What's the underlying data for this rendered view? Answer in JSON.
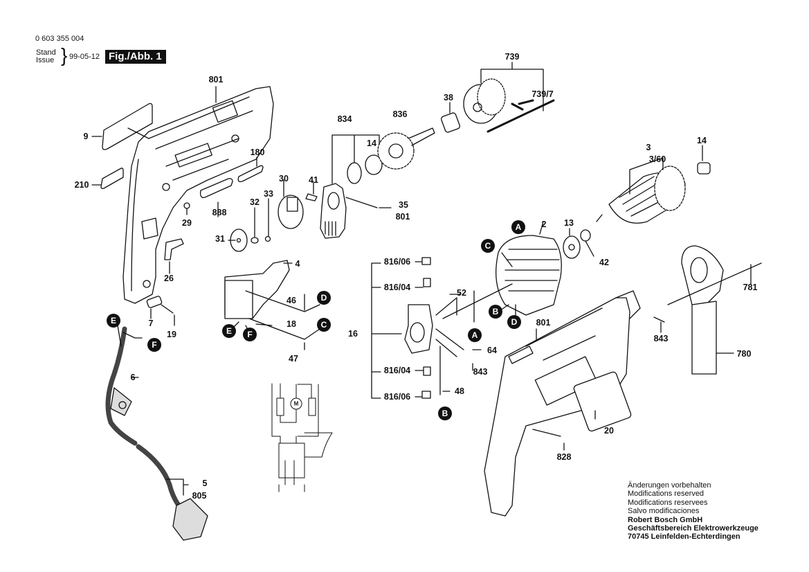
{
  "header": {
    "part_number": "0 603 355 004",
    "stand_label": "Stand",
    "issue_label": "Issue",
    "date": "99-05-12",
    "figure_label": "Fig./Abb. 1"
  },
  "footer": {
    "lines": [
      "Änderungen vorbehalten",
      "Modifications reserved",
      "Modifications reservees",
      "Salvo modificaciones"
    ],
    "company": "Robert Bosch GmbH",
    "division": "Geschäftsbereich Elektrowerkzeuge",
    "address": "70745 Leinfelden-Echterdingen"
  },
  "part_labels": [
    {
      "id": "801-housing",
      "text": "801"
    },
    {
      "id": "9",
      "text": "9"
    },
    {
      "id": "210",
      "text": "210"
    },
    {
      "id": "180",
      "text": "180"
    },
    {
      "id": "888",
      "text": "888"
    },
    {
      "id": "29",
      "text": "29"
    },
    {
      "id": "26",
      "text": "26"
    },
    {
      "id": "7",
      "text": "7"
    },
    {
      "id": "19",
      "text": "19"
    },
    {
      "id": "6",
      "text": "6"
    },
    {
      "id": "5",
      "text": "5"
    },
    {
      "id": "805",
      "text": "805"
    },
    {
      "id": "30",
      "text": "30"
    },
    {
      "id": "31",
      "text": "31"
    },
    {
      "id": "32",
      "text": "32"
    },
    {
      "id": "33",
      "text": "33"
    },
    {
      "id": "41",
      "text": "41"
    },
    {
      "id": "834",
      "text": "834"
    },
    {
      "id": "14-bearing",
      "text": "14"
    },
    {
      "id": "35",
      "text": "35"
    },
    {
      "id": "801-screw",
      "text": "801"
    },
    {
      "id": "836",
      "text": "836"
    },
    {
      "id": "38",
      "text": "38"
    },
    {
      "id": "739",
      "text": "739"
    },
    {
      "id": "739/7",
      "text": "739/7"
    },
    {
      "id": "3",
      "text": "3"
    },
    {
      "id": "3/60",
      "text": "3/60"
    },
    {
      "id": "14-armature",
      "text": "14"
    },
    {
      "id": "4",
      "text": "4"
    },
    {
      "id": "46",
      "text": "46"
    },
    {
      "id": "18",
      "text": "18"
    },
    {
      "id": "47",
      "text": "47"
    },
    {
      "id": "816/06-top",
      "text": "816/06"
    },
    {
      "id": "816/04-top",
      "text": "816/04"
    },
    {
      "id": "16",
      "text": "16"
    },
    {
      "id": "816/04-bottom",
      "text": "816/04"
    },
    {
      "id": "816/06-bottom",
      "text": "816/06"
    },
    {
      "id": "52",
      "text": "52"
    },
    {
      "id": "64",
      "text": "64"
    },
    {
      "id": "843-brush",
      "text": "843"
    },
    {
      "id": "48",
      "text": "48"
    },
    {
      "id": "2",
      "text": "2"
    },
    {
      "id": "13",
      "text": "13"
    },
    {
      "id": "42",
      "text": "42"
    },
    {
      "id": "801-shell",
      "text": "801"
    },
    {
      "id": "843-handle",
      "text": "843"
    },
    {
      "id": "781",
      "text": "781"
    },
    {
      "id": "780",
      "text": "780"
    },
    {
      "id": "20",
      "text": "20"
    },
    {
      "id": "828",
      "text": "828"
    }
  ],
  "connectors": [
    {
      "id": "E-cable",
      "text": "E"
    },
    {
      "id": "F-cable",
      "text": "F"
    },
    {
      "id": "E-switch",
      "text": "E"
    },
    {
      "id": "F-switch",
      "text": "F"
    },
    {
      "id": "D-switch",
      "text": "D"
    },
    {
      "id": "C-switch",
      "text": "C"
    },
    {
      "id": "A-field",
      "text": "A"
    },
    {
      "id": "C-field",
      "text": "C"
    },
    {
      "id": "B-field",
      "text": "B"
    },
    {
      "id": "D-field",
      "text": "D"
    },
    {
      "id": "A-brush",
      "text": "A"
    },
    {
      "id": "B-brush",
      "text": "B"
    }
  ],
  "schematic": {
    "motor_symbol": "M"
  }
}
